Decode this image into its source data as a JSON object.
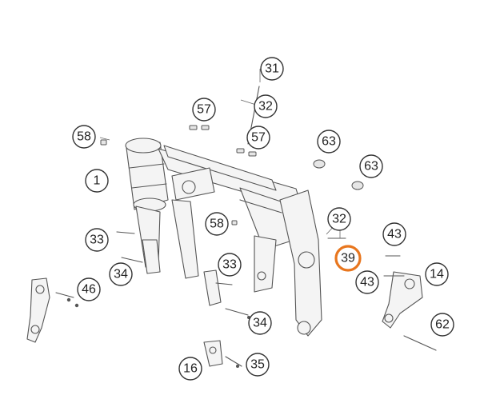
{
  "diagram": {
    "type": "exploded-parts-diagram",
    "highlight_color": "#e8761e",
    "callouts": [
      {
        "label": "31",
        "highlighted": false
      },
      {
        "label": "32",
        "highlighted": false
      },
      {
        "label": "57",
        "highlighted": false
      },
      {
        "label": "58",
        "highlighted": false
      },
      {
        "label": "57",
        "highlighted": false
      },
      {
        "label": "63",
        "highlighted": false
      },
      {
        "label": "1",
        "highlighted": false
      },
      {
        "label": "63",
        "highlighted": false
      },
      {
        "label": "58",
        "highlighted": false
      },
      {
        "label": "32",
        "highlighted": false
      },
      {
        "label": "33",
        "highlighted": false
      },
      {
        "label": "43",
        "highlighted": false
      },
      {
        "label": "39",
        "highlighted": true
      },
      {
        "label": "33",
        "highlighted": false
      },
      {
        "label": "34",
        "highlighted": false
      },
      {
        "label": "14",
        "highlighted": false
      },
      {
        "label": "43",
        "highlighted": false
      },
      {
        "label": "46",
        "highlighted": false
      },
      {
        "label": "34",
        "highlighted": false
      },
      {
        "label": "62",
        "highlighted": false
      },
      {
        "label": "16",
        "highlighted": false
      },
      {
        "label": "35",
        "highlighted": false
      }
    ]
  }
}
